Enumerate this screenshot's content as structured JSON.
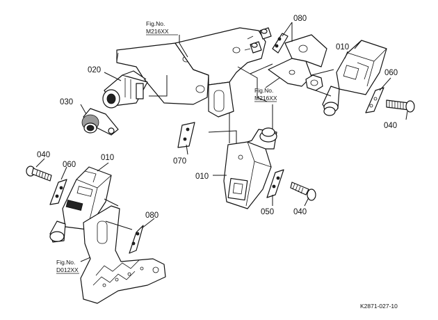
{
  "callouts": {
    "c010_top": "010",
    "c020": "020",
    "c030": "030",
    "c040_top": "040",
    "c060_top": "060",
    "c070": "070",
    "c080_top": "080",
    "c010_mid": "010",
    "c050": "050",
    "c040_mid": "040",
    "c040_left": "040",
    "c060_left": "060",
    "c010_left": "010",
    "c080_bottom": "080"
  },
  "figrefs": {
    "ref_top": {
      "label": "Fig.No.",
      "code": "M216XX"
    },
    "ref_right": {
      "label": "Fig.No.",
      "code": "M216XX"
    },
    "ref_left": {
      "label": "Fig.No.",
      "code": "D012XX"
    }
  },
  "drawing_code": "K2871-027-10"
}
